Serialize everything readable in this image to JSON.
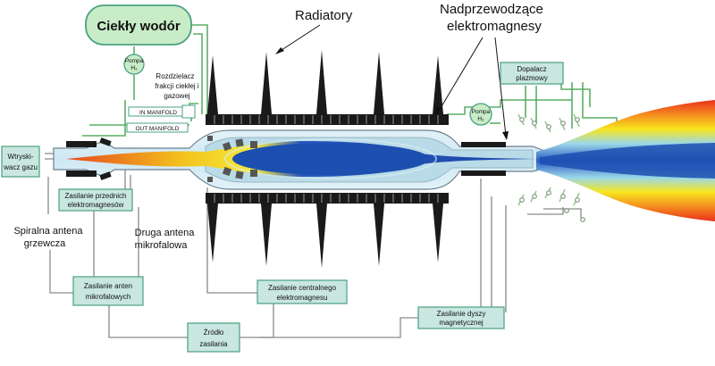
{
  "labels": {
    "hydrogen_tank": "Ciekły wodór",
    "radiators": "Radiatory",
    "magnets_title_1": "Nadprzewodzące",
    "magnets_title_2": "elektromagnesy",
    "pump_left_1": "Pompa",
    "pump_left_2": "H₂",
    "pump_right_1": "Pompa",
    "pump_right_2": "H₂",
    "separator_1": "Rozdzielacz",
    "separator_2": "frakcji ciekłej i",
    "separator_3": "gazowej",
    "in_manifold": "IN MANIFOLD",
    "out_manifold": "OUT MANIFOLD",
    "afterburner_1": "Dopalacz",
    "afterburner_2": "plazmowy",
    "injector_1": "Wtryski-",
    "injector_2": "wacz gazu",
    "front_magnets_1": "Zasilanie przednich",
    "front_magnets_2": "elektromagnesów",
    "helical_antenna_1": "Spiralna antena",
    "helical_antenna_2": "grzewcza",
    "second_antenna_1": "Druga antena",
    "second_antenna_2": "mikrofalowa",
    "microwave_power_1": "Zasilanie anten",
    "microwave_power_2": "mikrofalowych",
    "central_magnet_power_1": "Zasilanie centralnego",
    "central_magnet_power_2": "elektromagnesu",
    "power_source_1": "Źródło",
    "power_source_2": "zasilania",
    "nozzle_power_1": "Zasilanie dyszy",
    "nozzle_power_2": "magnetycznej"
  },
  "colors": {
    "box_fill": "#c9e6e1",
    "box_stroke": "#4aa080",
    "line_green": "#5ab064",
    "line_gray": "#8a8a8a",
    "tank_fill": "#c8ecc6",
    "plasma_blue": "#1c4fb0",
    "radiator": "#1a1a1a"
  }
}
